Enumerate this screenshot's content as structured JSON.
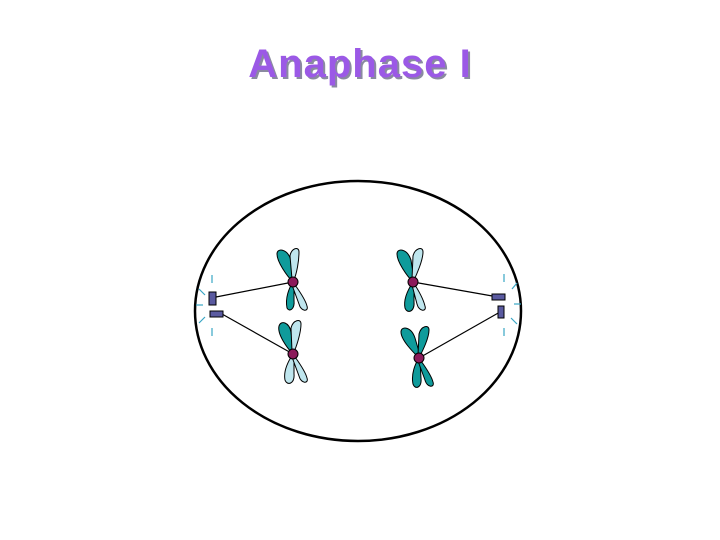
{
  "slide": {
    "title": "Anaphase I"
  },
  "colors": {
    "title": "#9b59e6",
    "title_shadow": "#8a8aa0",
    "cell_membrane": "#000000",
    "chromatid_dark": "#0f9b9b",
    "chromatid_light": "#bfe6ee",
    "centromere": "#8b1a5a",
    "centriole": "#5a5aa0",
    "aster": "#3aa6c4",
    "spindle_fiber": "#000000"
  },
  "diagram": {
    "cell_membrane_icon": "ellipse-cell-membrane",
    "chromosome_count": 4,
    "centrosome_count": 2
  }
}
